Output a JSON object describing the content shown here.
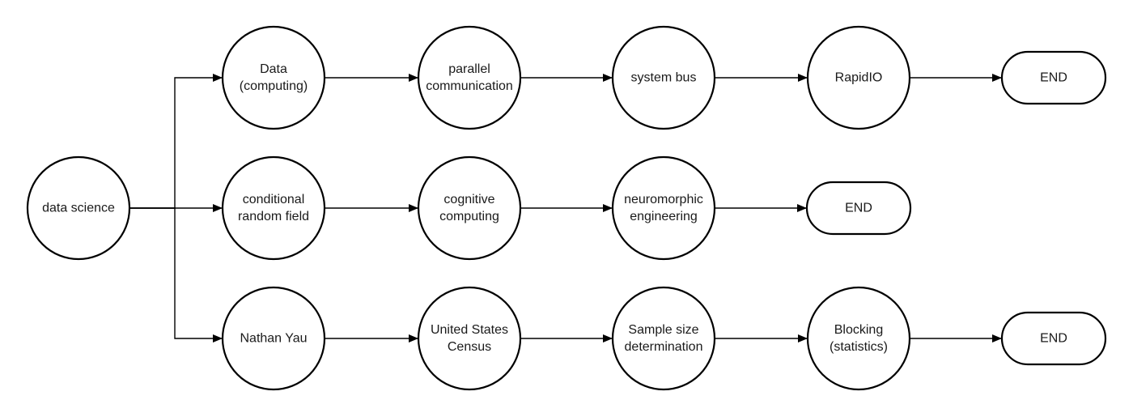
{
  "diagram": {
    "nodes": [
      {
        "id": "root",
        "shape": "circle",
        "lines": [
          "data science"
        ]
      },
      {
        "id": "r1c1",
        "shape": "circle",
        "lines": [
          "Data",
          "(computing)"
        ]
      },
      {
        "id": "r1c2",
        "shape": "circle",
        "lines": [
          "parallel",
          "communication"
        ]
      },
      {
        "id": "r1c3",
        "shape": "circle",
        "lines": [
          "system bus"
        ]
      },
      {
        "id": "r1c4",
        "shape": "circle",
        "lines": [
          "RapidIO"
        ]
      },
      {
        "id": "r1end",
        "shape": "terminal",
        "lines": [
          "END"
        ]
      },
      {
        "id": "r2c1",
        "shape": "circle",
        "lines": [
          "conditional",
          "random field"
        ]
      },
      {
        "id": "r2c2",
        "shape": "circle",
        "lines": [
          "cognitive",
          "computing"
        ]
      },
      {
        "id": "r2c3",
        "shape": "circle",
        "lines": [
          "neuromorphic",
          "engineering"
        ]
      },
      {
        "id": "r2end",
        "shape": "terminal",
        "lines": [
          "END"
        ]
      },
      {
        "id": "r3c1",
        "shape": "circle",
        "lines": [
          "Nathan Yau"
        ]
      },
      {
        "id": "r3c2",
        "shape": "circle",
        "lines": [
          "United States",
          "Census"
        ]
      },
      {
        "id": "r3c3",
        "shape": "circle",
        "lines": [
          "Sample size",
          "determination"
        ]
      },
      {
        "id": "r3c4",
        "shape": "circle",
        "lines": [
          "Blocking",
          "(statistics)"
        ]
      },
      {
        "id": "r3end",
        "shape": "terminal",
        "lines": [
          "END"
        ]
      }
    ],
    "edges": [
      {
        "from": "root",
        "to": "r1c1"
      },
      {
        "from": "root",
        "to": "r2c1"
      },
      {
        "from": "root",
        "to": "r3c1"
      },
      {
        "from": "r1c1",
        "to": "r1c2"
      },
      {
        "from": "r1c2",
        "to": "r1c3"
      },
      {
        "from": "r1c3",
        "to": "r1c4"
      },
      {
        "from": "r1c4",
        "to": "r1end"
      },
      {
        "from": "r2c1",
        "to": "r2c2"
      },
      {
        "from": "r2c2",
        "to": "r2c3"
      },
      {
        "from": "r2c3",
        "to": "r2end"
      },
      {
        "from": "r3c1",
        "to": "r3c2"
      },
      {
        "from": "r3c2",
        "to": "r3c3"
      },
      {
        "from": "r3c3",
        "to": "r3c4"
      },
      {
        "from": "r3c4",
        "to": "r3end"
      }
    ]
  }
}
